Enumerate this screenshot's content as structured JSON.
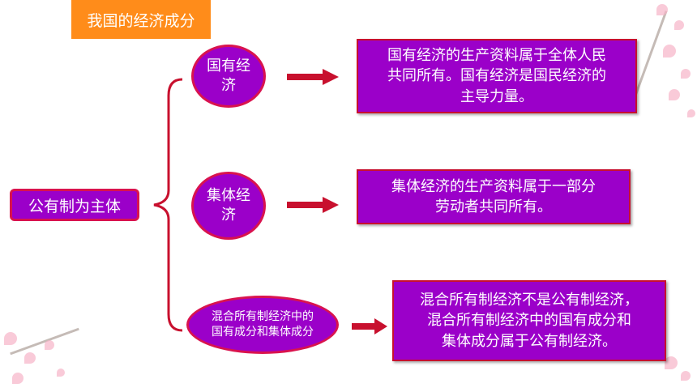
{
  "title": "我国的经济成分",
  "main_node": "公有制为主体",
  "branches": [
    {
      "oval": [
        "国有经",
        "济"
      ],
      "description": [
        "国有经济的生产资料属于全体人民",
        "共同所有。国有经济是国民经济的",
        "主导力量。"
      ]
    },
    {
      "oval": [
        "集体经",
        "济"
      ],
      "description": [
        "集体经济的生产资料属于一部分",
        "劳动者共同所有。"
      ]
    },
    {
      "oval": [
        "混合所有制经济中的",
        "国有成分和集体成分"
      ],
      "description": [
        "混合所有制经济不是公有制经济，",
        "混合所有制经济中的国有成分和",
        "集体成分属于公有制经济。"
      ]
    }
  ],
  "colors": {
    "purple": "#9b00c9",
    "red": "#d9134e",
    "orange": "#ff8c1a",
    "blossom": "#f6b3c7"
  },
  "decorations": [
    "cherry-blossom-top-right",
    "cherry-blossom-bottom-left",
    "cherry-blossom-bottom-right"
  ]
}
